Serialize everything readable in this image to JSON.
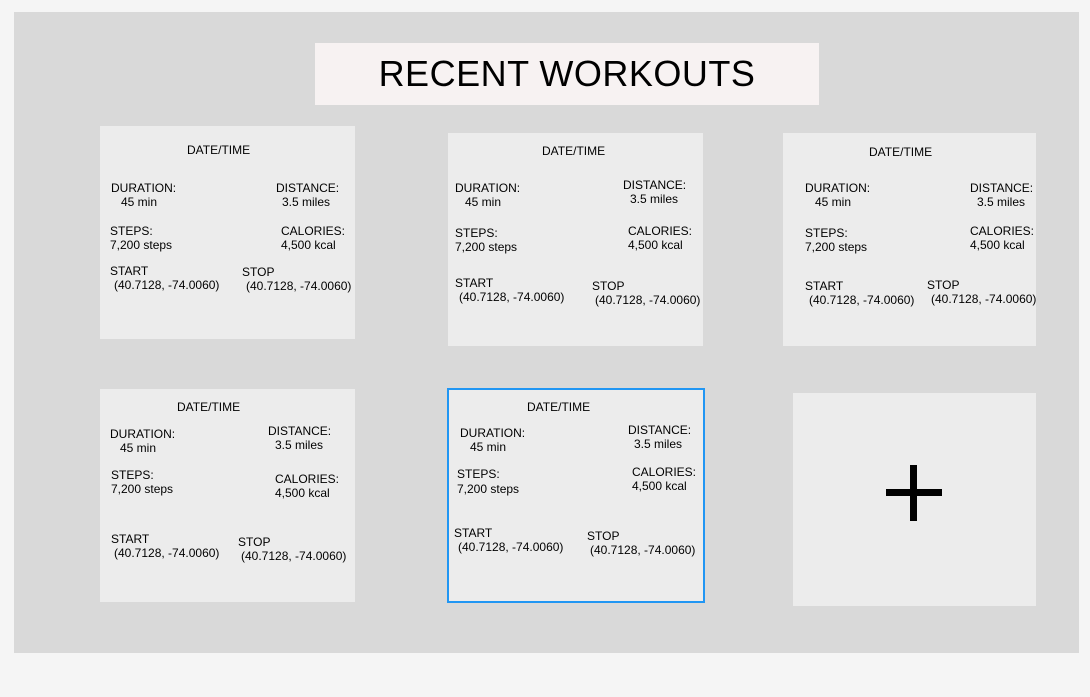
{
  "title": "RECENT WORKOUTS",
  "accent_color": "#2196f3",
  "add_button": {
    "icon": "plus-icon"
  },
  "workouts": [
    {
      "date_label": "DATE/TIME",
      "duration_label": "DURATION:",
      "duration_value": "45 min",
      "distance_label": "DISTANCE:",
      "distance_value": "3.5 miles",
      "steps_label": "STEPS:",
      "steps_value": "7,200 steps",
      "calories_label": "CALORIES:",
      "calories_value": "4,500 kcal",
      "start_label": "START",
      "start_value": "(40.7128, -74.0060)",
      "stop_label": "STOP",
      "stop_value": "(40.7128, -74.0060)",
      "selected": false
    },
    {
      "date_label": "DATE/TIME",
      "duration_label": "DURATION:",
      "duration_value": "45 min",
      "distance_label": "DISTANCE:",
      "distance_value": "3.5 miles",
      "steps_label": "STEPS:",
      "steps_value": "7,200 steps",
      "calories_label": "CALORIES:",
      "calories_value": "4,500 kcal",
      "start_label": "START",
      "start_value": "(40.7128, -74.0060)",
      "stop_label": "STOP",
      "stop_value": "(40.7128, -74.0060)",
      "selected": false
    },
    {
      "date_label": "DATE/TIME",
      "duration_label": "DURATION:",
      "duration_value": "45 min",
      "distance_label": "DISTANCE:",
      "distance_value": "3.5 miles",
      "steps_label": "STEPS:",
      "steps_value": "7,200 steps",
      "calories_label": "CALORIES:",
      "calories_value": "4,500 kcal",
      "start_label": "START",
      "start_value": "(40.7128, -74.0060)",
      "stop_label": "STOP",
      "stop_value": "(40.7128, -74.0060)",
      "selected": false
    },
    {
      "date_label": "DATE/TIME",
      "duration_label": "DURATION:",
      "duration_value": "45 min",
      "distance_label": "DISTANCE:",
      "distance_value": "3.5 miles",
      "steps_label": "STEPS:",
      "steps_value": "7,200 steps",
      "calories_label": "CALORIES:",
      "calories_value": "4,500 kcal",
      "start_label": "START",
      "start_value": "(40.7128, -74.0060)",
      "stop_label": "STOP",
      "stop_value": "(40.7128, -74.0060)",
      "selected": false
    },
    {
      "date_label": "DATE/TIME",
      "duration_label": "DURATION:",
      "duration_value": "45 min",
      "distance_label": "DISTANCE:",
      "distance_value": "3.5 miles",
      "steps_label": "STEPS:",
      "steps_value": "7,200 steps",
      "calories_label": "CALORIES:",
      "calories_value": "4,500 kcal",
      "start_label": "START",
      "start_value": "(40.7128, -74.0060)",
      "stop_label": "STOP",
      "stop_value": "(40.7128, -74.0060)",
      "selected": true
    }
  ]
}
